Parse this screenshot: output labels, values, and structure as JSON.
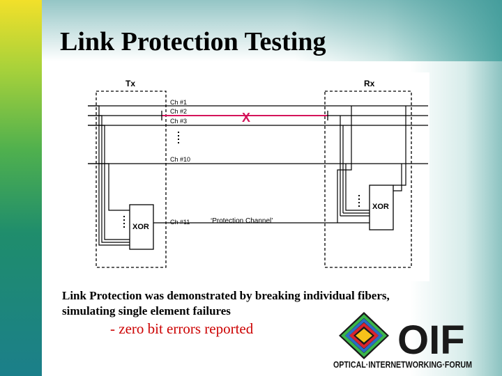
{
  "slide": {
    "title": "Link Protection Testing",
    "body_line1": "Link Protection was demonstrated by breaking individual fibers,",
    "body_line2": "simulating single element failures",
    "bullet": "-  zero bit errors reported"
  },
  "diagram": {
    "tx_label": "Tx",
    "rx_label": "Rx",
    "channels": [
      "Ch #1",
      "Ch #2",
      "Ch #3",
      "Ch #10",
      "Ch #11"
    ],
    "tx_xor_label": "XOR",
    "rx_xor_label": "XOR",
    "protection_label": "‘Protection Channel’",
    "break_mark": "X",
    "break_color": "#d4145a"
  },
  "logo": {
    "letters": "OIF",
    "caption": "OPTICAL·INTERNETWORKING·FORUM"
  }
}
